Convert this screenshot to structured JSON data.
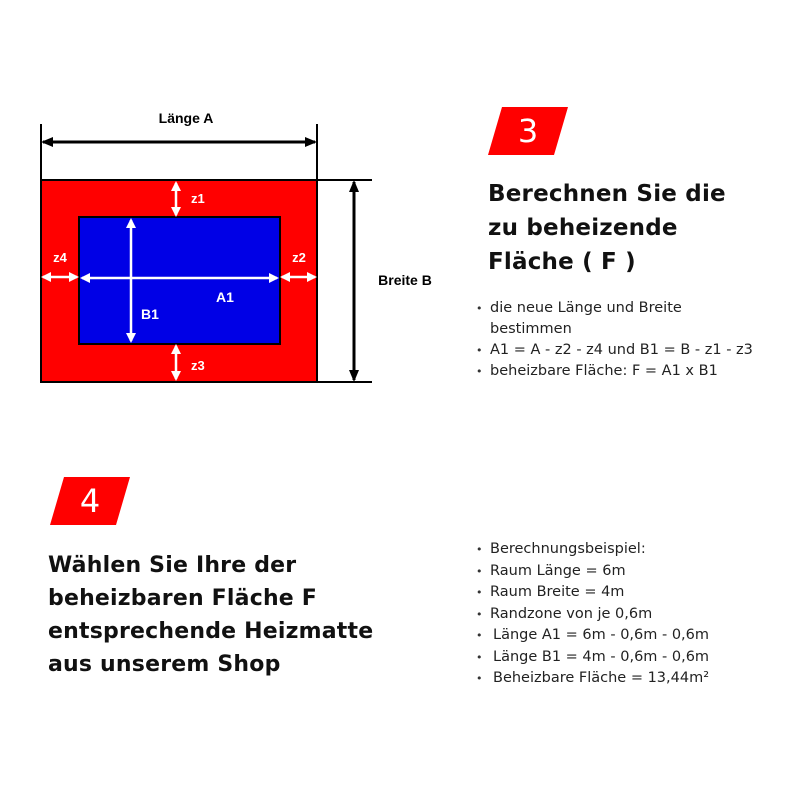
{
  "diagram": {
    "label_length": "Länge A",
    "label_width": "Breite B",
    "label_z1": "z1",
    "label_z2": "z2",
    "label_z3": "z3",
    "label_z4": "z4",
    "label_a1": "A1",
    "label_b1": "B1",
    "colors": {
      "outer_fill": "#FF0000",
      "inner_fill": "#0000E6",
      "border": "#000000",
      "arrow": "#FFFFFF",
      "dimension": "#000000"
    }
  },
  "step3": {
    "number": "3",
    "heading_lines": [
      "Berechnen Sie die",
      "zu beheizende",
      "Fläche ( F )"
    ],
    "bullets": [
      "die neue Länge und Breite bestimmen",
      "A1 = A - z2 - z4 und B1 = B - z1 - z3",
      "beheizbare Fläche: F = A1 x B1"
    ]
  },
  "step4": {
    "number": "4",
    "heading_lines": [
      "Wählen Sie Ihre der",
      "beheizbaren Fläche F",
      "entsprechende Heizmatte",
      "aus unserem Shop"
    ],
    "bullets": [
      "Berechnungsbeispiel:",
      "Raum Länge = 6m",
      "Raum Breite = 4m",
      "Randzone von je 0,6m",
      "Länge A1 = 6m - 0,6m - 0,6m",
      "Länge B1 = 4m - 0,6m - 0,6m",
      "Beheizbare Fläche = 13,44m²"
    ]
  },
  "badge_color": "#FF0000"
}
